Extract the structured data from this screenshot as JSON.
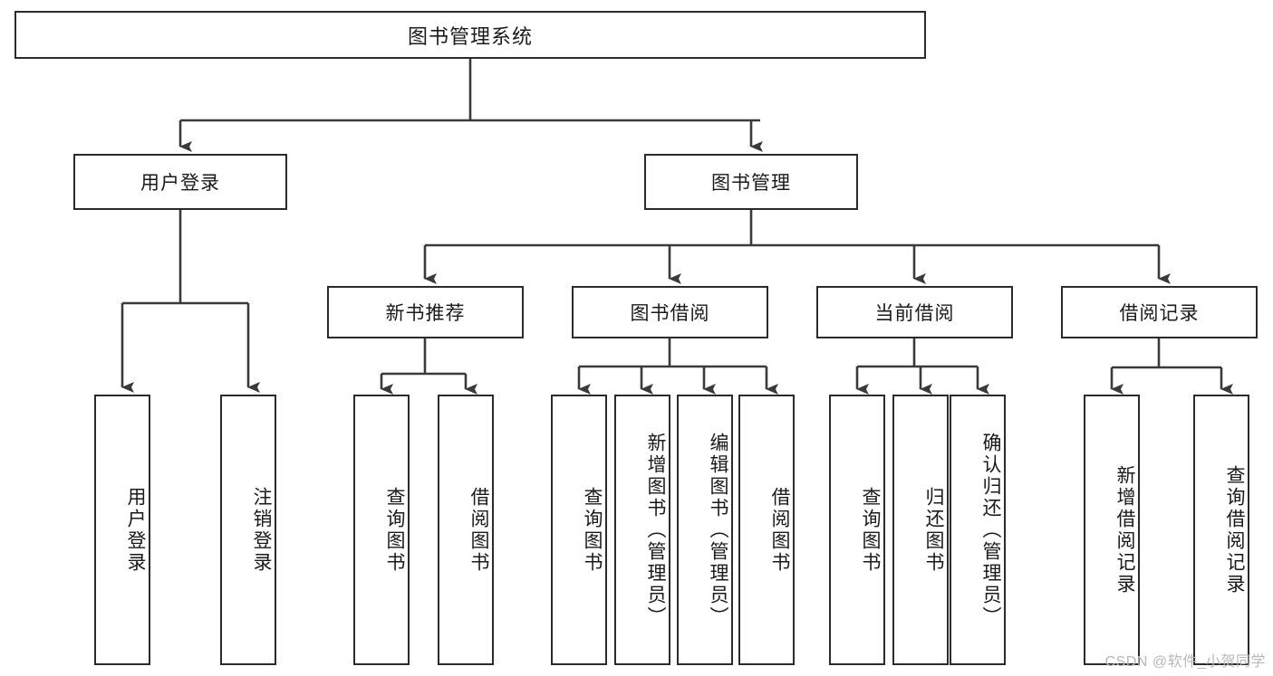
{
  "diagram": {
    "title": "图书管理系统",
    "type": "tree",
    "watermark": "CSDN @软件_小贺同学",
    "colors": {
      "box_border": "#2b2b2b",
      "box_fill": "#ffffff",
      "connector": "#3a3a3a",
      "text": "#1a1a1a",
      "watermark": "#b8b8b8"
    },
    "root": {
      "label": "图书管理系统"
    },
    "level2": [
      {
        "label": "用户登录"
      },
      {
        "label": "图书管理"
      }
    ],
    "level3": [
      {
        "label": "新书推荐"
      },
      {
        "label": "图书借阅"
      },
      {
        "label": "当前借阅"
      },
      {
        "label": "借阅记录"
      }
    ],
    "leaves": {
      "user_login": [
        {
          "label": "用户登录"
        },
        {
          "label": "注销登录"
        }
      ],
      "new_book_recommend": [
        {
          "label": "查询图书"
        },
        {
          "label": "借阅图书"
        }
      ],
      "book_borrow": [
        {
          "label": "查询图书"
        },
        {
          "label": "新增图书（管理员）"
        },
        {
          "label": "编辑图书（管理员）"
        },
        {
          "label": "借阅图书"
        }
      ],
      "current_borrow": [
        {
          "label": "查询图书"
        },
        {
          "label": "归还图书"
        },
        {
          "label": "确认归还（管理员）"
        }
      ],
      "borrow_records": [
        {
          "label": "新增借阅记录"
        },
        {
          "label": "查询借阅记录"
        }
      ]
    }
  }
}
